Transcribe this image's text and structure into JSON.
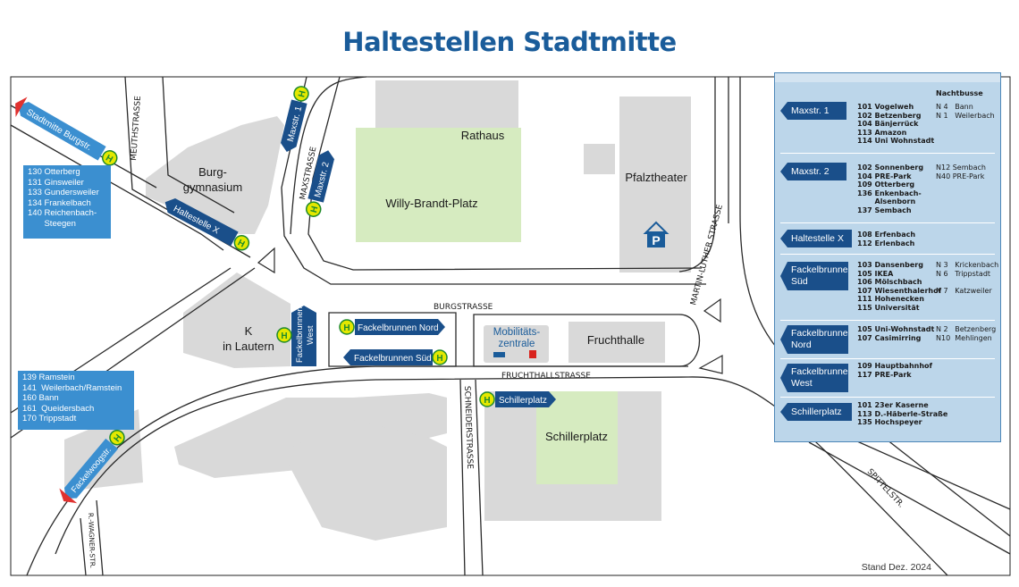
{
  "title": "Haltestellen Stadtmitte",
  "streets": {
    "meuthstrasse": "MEUTHSTRASSE",
    "maxstrasse": "MAXSTRASSE",
    "burgstrasse": "BURGSTRASSE",
    "fruchthallstrasse": "FRUCHTHALLSTRASSE",
    "schneiderstrasse": "SCHNEIDERSTRASSE",
    "martin_luther": "MARTIN-LUTHER STRASSE",
    "spittelstr": "SPITTELSTR.",
    "r_wagner": "R.-WAGNER-STR."
  },
  "places": {
    "rathaus": "Rathaus",
    "willy_brandt": "Willy-Brandt-Platz",
    "pfalztheater": "Pfalztheater",
    "burg_1": "Burg-",
    "burg_2": "gymnasium",
    "k_1": "K",
    "k_2": "in Lautern",
    "mobil_1": "Mobilitäts-",
    "mobil_2": "zentrale",
    "fruchthalle": "Fruchthalle",
    "schillerplatz": "Schillerplatz",
    "parking": "P"
  },
  "stops": {
    "stadtmitte_burgstr": "Stadtmitte Burgstr.",
    "haltestelle_x": "Haltestelle X",
    "maxstr_1": "Maxstr. 1",
    "maxstr_2": "Maxstr. 2",
    "fb_west_1": "Fackelbrunnen",
    "fb_west_2": "West",
    "fb_nord": "Fackelbrunnen Nord",
    "fb_sued": "Fackelbrunnen Süd",
    "schillerplatz": "Schillerplatz",
    "fackelwoogstr": "Fackelwoogstr.",
    "h_symbol": "H"
  },
  "info_boxes": {
    "burgstr_lines": "130 Otterberg\n131 Ginsweiler\n133 Gundersweiler\n134 Frankelbach\n140 Reichenbach-\n       Steegen",
    "fackelwoog_lines": "139 Ramstein\n141  Weilerbach/Ramstein\n160 Bann\n161  Queidersbach\n170 Trippstadt"
  },
  "legend": {
    "night_header": "Nachtbusse",
    "rows": [
      {
        "stop": "Maxstr. 1",
        "lines": "101 Vogelweh\n102 Betzenberg\n104 Bänjerrück\n113 Amazon\n114 Uni Wohnstadt",
        "night": "N 4   Bann\nN 1   Weilerbach"
      },
      {
        "stop": "Maxstr. 2",
        "lines": "102 Sonnenberg\n104 PRE-Park\n109 Otterberg\n136 Enkenbach-\n       Alsenborn\n137 Sembach",
        "night": "N12 Sembach\nN40 PRE-Park"
      },
      {
        "stop": "Haltestelle X",
        "lines": "108 Erfenbach\n112 Erlenbach",
        "night": ""
      },
      {
        "stop_1": "Fackelbrunnen",
        "stop_2": "Süd",
        "lines": "103 Dansenberg\n105 IKEA\n106 Mölschbach\n107 Wiesenthalerhof\n111 Hohenecken\n115 Universität",
        "night": "N 3   Krickenbach\nN 6   Trippstadt\n\nN 7   Katzweiler"
      },
      {
        "stop_1": "Fackelbrunnen",
        "stop_2": "Nord",
        "lines": "105 Uni-Wohnstadt\n107 Casimirring",
        "night": "N 2   Betzenberg\nN10  Mehlingen"
      },
      {
        "stop_1": "Fackelbrunnen",
        "stop_2": "West",
        "lines": "109 Hauptbahnhof\n117 PRE-Park",
        "night": ""
      },
      {
        "stop": "Schillerplatz",
        "lines": "101 23er Kaserne\n113 D.-Häberle-Straße\n135 Hochspeyer",
        "night": ""
      }
    ]
  },
  "footer": "Stand Dez. 2024",
  "colors": {
    "title": "#1a5c9a",
    "stop_pill": "#1a4f8a",
    "info_box": "#3b8fd0",
    "legend_bg": "#bcd6ea",
    "building": "#d9d9d9",
    "park": "#d6ebc0",
    "stop_marker": "#e4e800",
    "arrow_red": "#e0312f"
  }
}
